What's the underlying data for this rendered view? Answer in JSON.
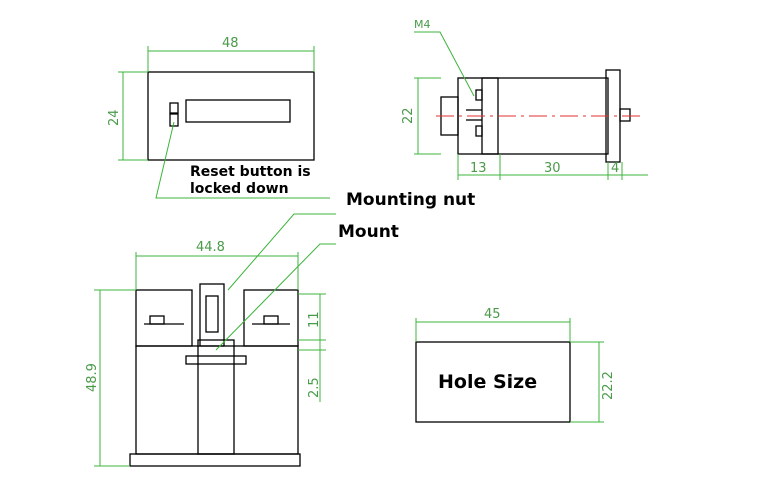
{
  "front_view": {
    "width_dim": "48",
    "height_dim": "24",
    "reset_note_line1": "Reset button is",
    "reset_note_line2": "locked down"
  },
  "side_view": {
    "thread_label": "M4",
    "height_dim": "22",
    "dim_13": "13",
    "dim_30": "30",
    "dim_4": "4"
  },
  "bottom_view": {
    "width_dim": "44.8",
    "height_dim": "48.9",
    "dim_11": "11",
    "dim_2_5": "2.5",
    "mounting_nut_label": "Mounting nut",
    "mount_label": "Mount"
  },
  "hole_view": {
    "width_dim": "45",
    "height_dim": "22.2",
    "title": "Hole Size"
  },
  "colors": {
    "outline": "#000000",
    "dimension": "#3cb43c",
    "centerline": "#e03030"
  }
}
